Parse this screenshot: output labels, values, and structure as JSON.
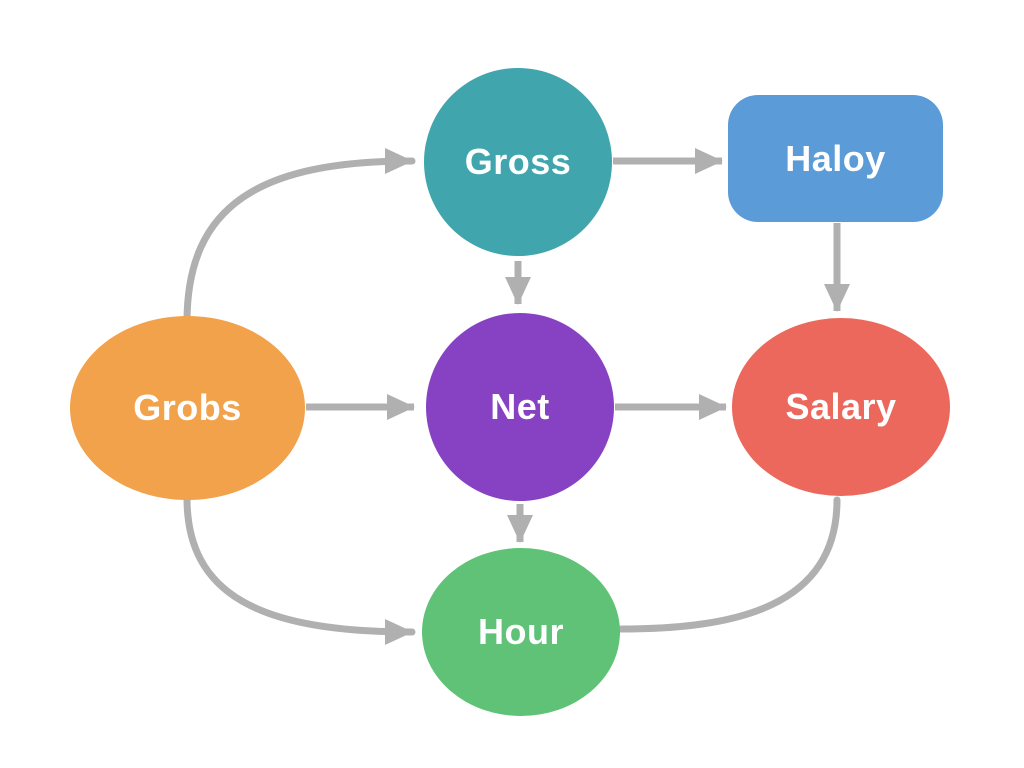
{
  "diagram": {
    "background_color": "#ffffff",
    "edge_color": "#b0b0b0",
    "label_color": "#ffffff",
    "nodes": [
      {
        "id": "gross",
        "label": "Gross",
        "shape": "circle",
        "color": "#41a5ae"
      },
      {
        "id": "haloy",
        "label": "Haloy",
        "shape": "rounded-rect",
        "color": "#5b9bd8"
      },
      {
        "id": "grobs",
        "label": "Grobs",
        "shape": "ellipse",
        "color": "#f1a24b"
      },
      {
        "id": "net",
        "label": "Net",
        "shape": "circle",
        "color": "#8742c4"
      },
      {
        "id": "salary",
        "label": "Salary",
        "shape": "ellipse",
        "color": "#ec685c"
      },
      {
        "id": "hour",
        "label": "Hour",
        "shape": "ellipse",
        "color": "#5fc276"
      }
    ],
    "edges": [
      {
        "from": "grobs",
        "to": "gross",
        "arrow": true
      },
      {
        "from": "grobs",
        "to": "net",
        "arrow": true
      },
      {
        "from": "grobs",
        "to": "hour",
        "arrow": true
      },
      {
        "from": "gross",
        "to": "haloy",
        "arrow": true
      },
      {
        "from": "gross",
        "to": "net",
        "arrow": true
      },
      {
        "from": "haloy",
        "to": "salary",
        "arrow": true
      },
      {
        "from": "net",
        "to": "salary",
        "arrow": true
      },
      {
        "from": "net",
        "to": "hour",
        "arrow": true
      },
      {
        "from": "hour",
        "to": "salary",
        "arrow": false
      }
    ]
  }
}
